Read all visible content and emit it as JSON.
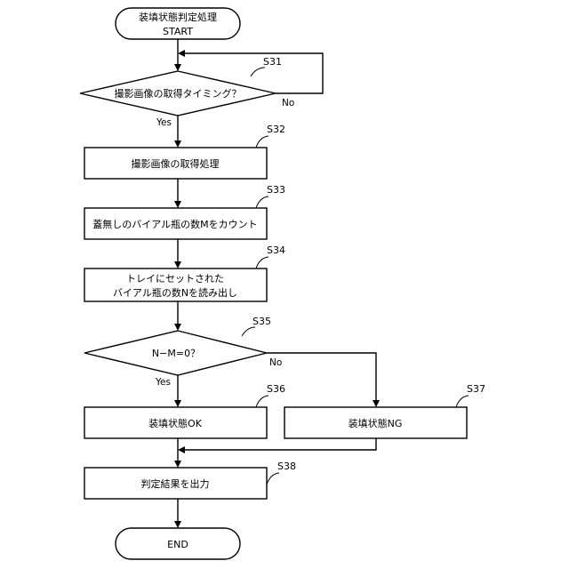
{
  "nodes": {
    "start": {
      "line1": "装填状態判定処理",
      "line2": "START"
    },
    "s31": {
      "ref": "S31",
      "text": "撮影画像の取得タイミング？"
    },
    "s32": {
      "ref": "S32",
      "text": "撮影画像の取得処理"
    },
    "s33": {
      "ref": "S33",
      "text": "蓋無しのバイアル瓶の数Mをカウント"
    },
    "s34": {
      "ref": "S34",
      "line1": "トレイにセットされた",
      "line2": "バイアル瓶の数Nを読み出し"
    },
    "s35": {
      "ref": "S35",
      "text": "N−M=0？"
    },
    "s36": {
      "ref": "S36",
      "text": "装填状態OK"
    },
    "s37": {
      "ref": "S37",
      "text": "装填状態NG"
    },
    "s38": {
      "ref": "S38",
      "text": "判定結果を出力"
    },
    "end": {
      "text": "END"
    }
  },
  "branches": {
    "s31_yes": "Yes",
    "s31_no": "No",
    "s35_yes": "Yes",
    "s35_no": "No"
  }
}
